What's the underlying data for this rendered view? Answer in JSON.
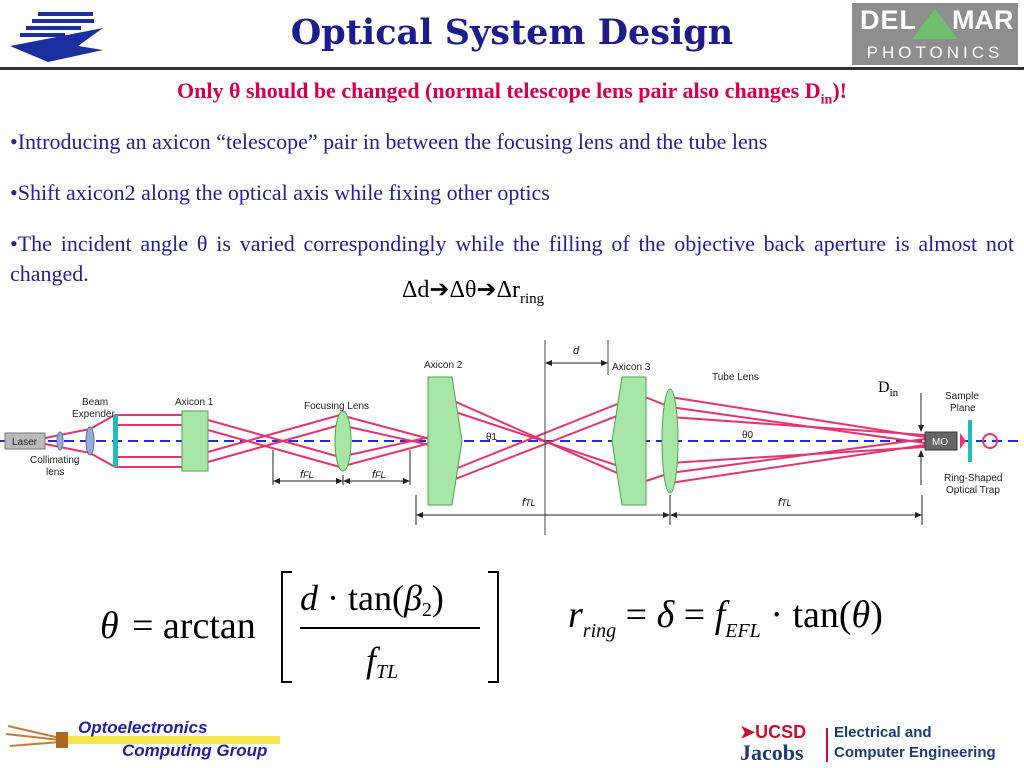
{
  "header": {
    "title": "Optical System Design"
  },
  "brand": {
    "del": "DEL",
    "mar": "MAR",
    "photonics": "PHOTONICS"
  },
  "subtitle": {
    "main": "Only θ should be changed (normal telescope lens pair also changes D",
    "sub": "in",
    "end": ")!"
  },
  "bullets": [
    "•Introducing an axicon “telescope” pair in between the focusing lens and the tube lens",
    "•Shift axicon2 along the optical axis while fixing other optics",
    "•The incident angle θ is varied correspondingly while the filling of the objective back aperture is almost not changed."
  ],
  "relation": {
    "main": "Δd➔Δθ➔Δr",
    "sub": "ring"
  },
  "diagram": {
    "laser": "Laser",
    "beam_expender_1": "Beam",
    "beam_expender_2": "Expender",
    "collimating_1": "Collimating",
    "collimating_2": "lens",
    "axicon1": "Axicon 1",
    "focusing_lens": "Focusing Lens",
    "axicon2": "Axicon 2",
    "axicon3": "Axicon 3",
    "tube_lens": "Tube Lens",
    "d": "d",
    "d_in": "D",
    "d_in_sub": "in",
    "sample_plane_1": "Sample",
    "sample_plane_2": "Plane",
    "mo": "MO",
    "trap_1": "Ring-Shaped",
    "trap_2": "Optical Trap",
    "f_fl_1": "f",
    "f_fl_sub": "FL",
    "f_tl": "f",
    "f_tl_sub": "TL",
    "theta0": "θ0",
    "theta1": "θ1"
  },
  "footer": {
    "group_1": "Optoelectronics",
    "group_2": "Computing Group",
    "ucsd": "UCSD",
    "jacobs": "Jacobs",
    "ece_1": "Electrical and",
    "ece_2": "Computer Engineering"
  },
  "colors": {
    "title": "#1c1c8c",
    "highlight": "#d8004c",
    "text": "#2020a0",
    "beam": "#e8336e",
    "lens": "#a8e6a8"
  }
}
